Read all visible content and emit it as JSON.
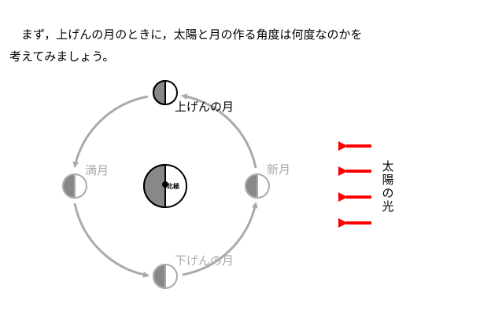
{
  "intro": {
    "line1": "　まず，上げんの月のときに，太陽と月の作る角度は何度なのかを",
    "line2": "考えてみましょう。"
  },
  "diagram": {
    "earth_label": "北極",
    "moons": {
      "first_quarter": "上げんの月",
      "full": "満月",
      "new": "新月",
      "last_quarter": "下げんの月"
    },
    "sunlight_label": [
      "太",
      "陽",
      "の",
      "光"
    ],
    "colors": {
      "shadow": "#888888",
      "orbit": "#aaaaaa",
      "sunlight": "#ff0000"
    }
  }
}
